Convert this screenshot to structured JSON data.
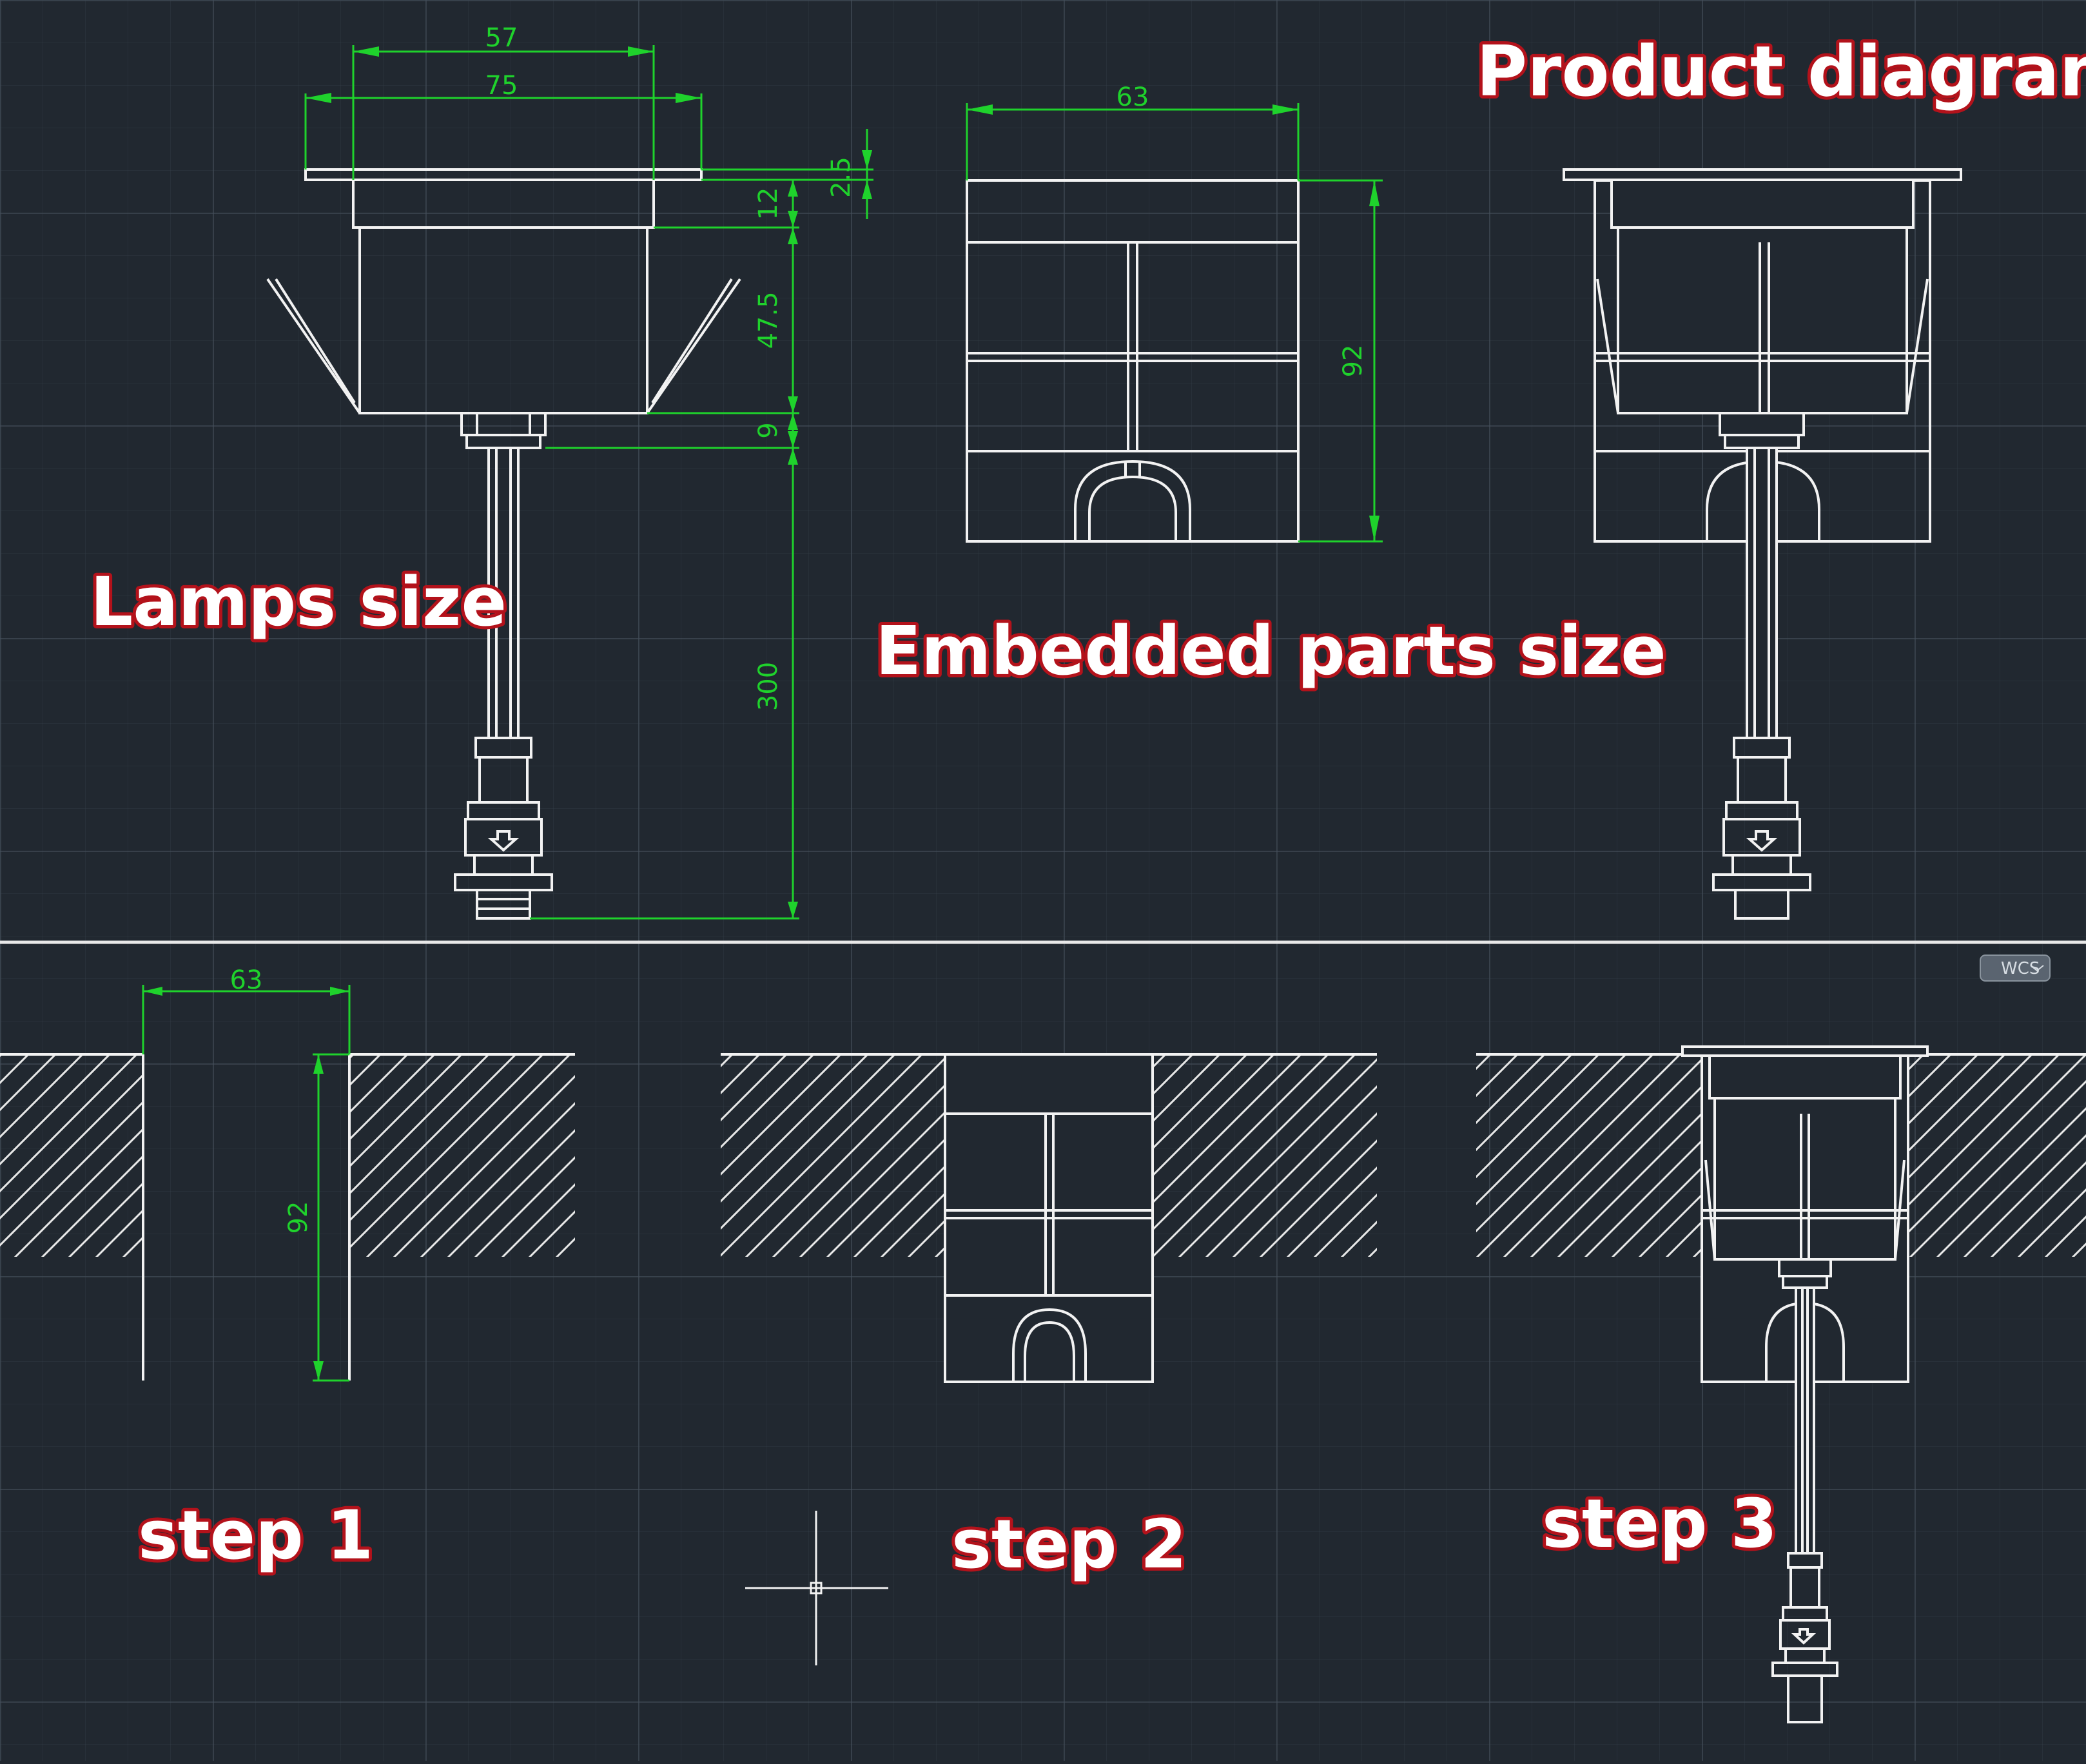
{
  "labels": {
    "product_diagram": "Product diagram",
    "lamps_size": "Lamps size",
    "embedded_parts_size": "Embedded parts size",
    "step1": "step 1",
    "step2": "step 2",
    "step3": "step 3"
  },
  "dimensions": {
    "lamp_inner_width": "57",
    "lamp_flange_width": "75",
    "lamp_flange_thickness": "2.5",
    "lamp_collar_height": "12",
    "lamp_body_height": "47.5",
    "lamp_neck_height": "9",
    "lamp_cable_length": "300",
    "embedded_width": "63",
    "embedded_height": "92",
    "hole_width": "63",
    "hole_depth": "92"
  },
  "badge": {
    "wcs": "WCS"
  },
  "colors": {
    "background": "#212830",
    "dimension": "#1fd22c",
    "label_outline": "#b3121b",
    "line": "#f2f2f2"
  }
}
